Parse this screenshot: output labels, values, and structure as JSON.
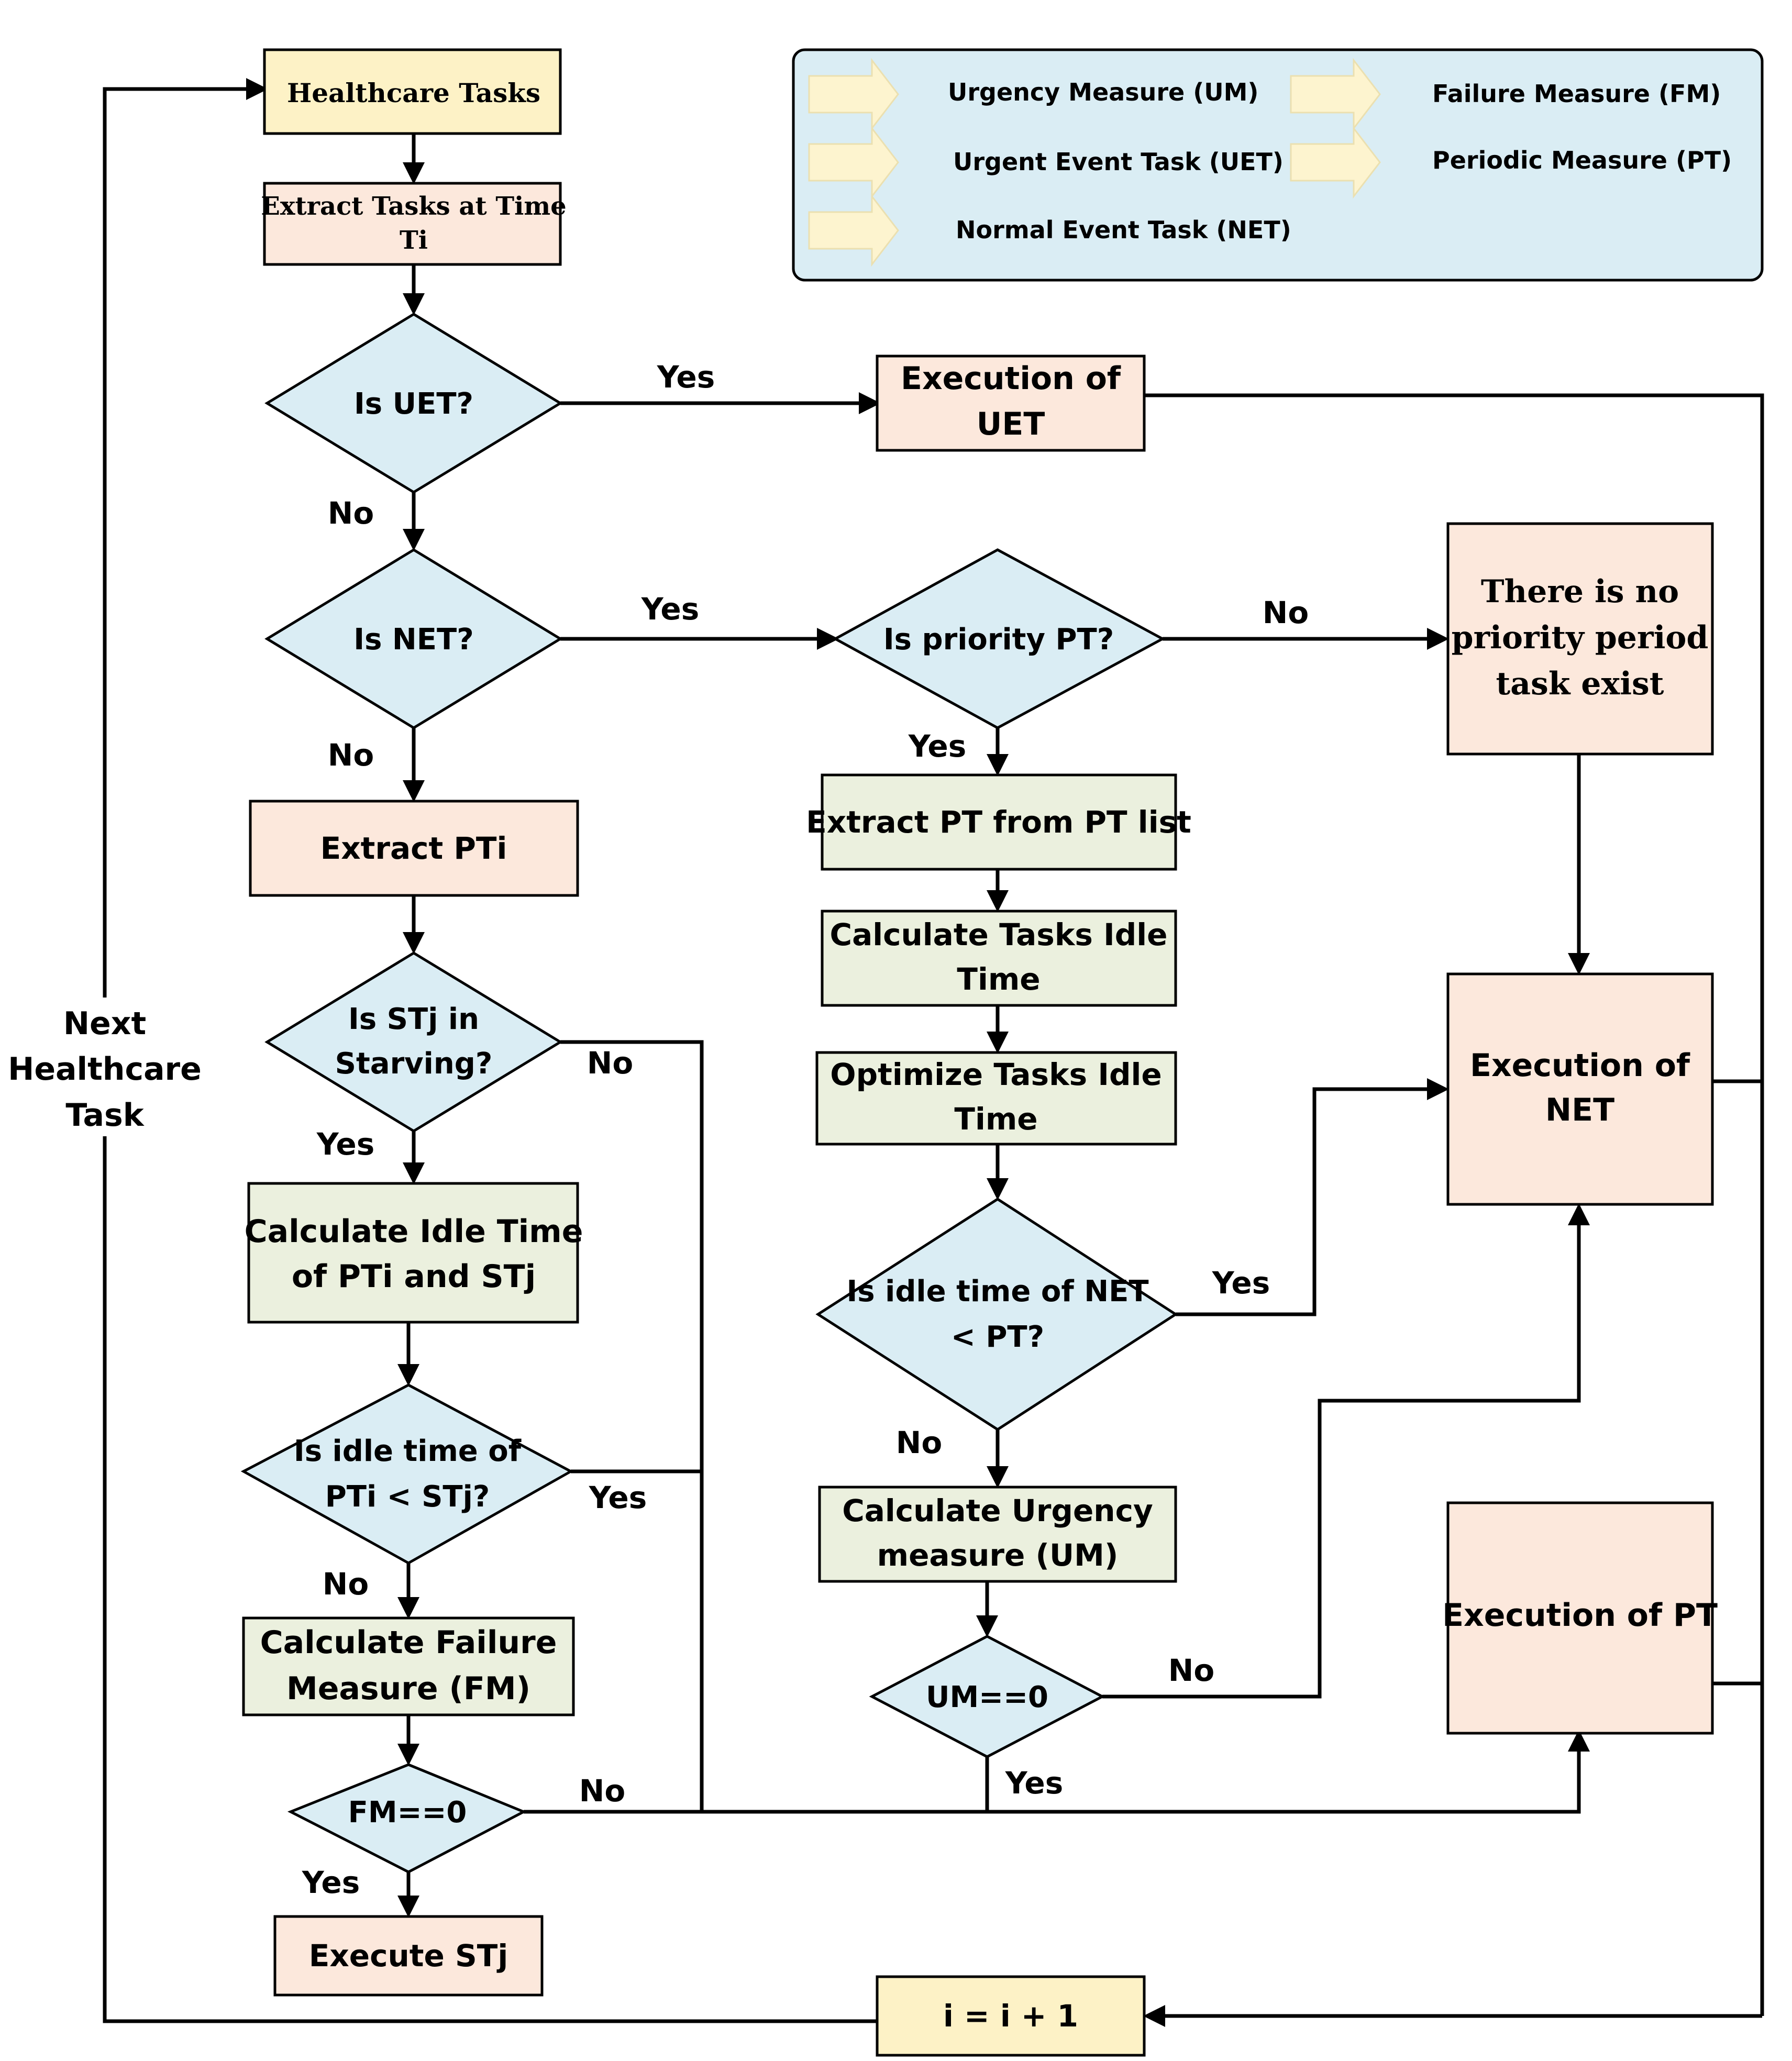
{
  "colors": {
    "yellow_node": "#fdf2c6",
    "peach_node": "#fce8dc",
    "green_node": "#ebf0de",
    "decision": "#daedf4",
    "legend_bg": "#daedf4",
    "legend_arrow": "#fdf4cf",
    "line": "#000000"
  },
  "legend": {
    "items": [
      {
        "label": "Urgency Measure (UM)",
        "icon": "arrow-right-icon"
      },
      {
        "label": "Failure Measure (FM)",
        "icon": "arrow-right-icon"
      },
      {
        "label": "Urgent Event Task (UET)",
        "icon": "arrow-right-icon"
      },
      {
        "label": "Periodic Measure (PT)",
        "icon": "arrow-right-icon"
      },
      {
        "label": "Normal Event Task (NET)",
        "icon": "arrow-right-icon"
      }
    ]
  },
  "nodes": {
    "healthcare_tasks": "Healthcare Tasks",
    "extract_tasks": [
      "Extract Tasks at Time",
      "Ti"
    ],
    "is_uet": "Is UET?",
    "exec_uet": [
      "Execution of",
      "UET"
    ],
    "is_net": "Is NET?",
    "is_priority_pt": "Is priority PT?",
    "no_priority": [
      "There is no",
      "priority period",
      "task exist"
    ],
    "extract_pti": "Extract PTi",
    "extract_pt_list": "Extract PT from PT list",
    "calc_idle_tasks": [
      "Calculate Tasks Idle",
      "Time"
    ],
    "optimize_idle": [
      "Optimize Tasks Idle",
      "Time"
    ],
    "exec_net": [
      "Execution of",
      "NET"
    ],
    "is_stj_starving": [
      "Is STj in",
      "Starving?"
    ],
    "calc_idle_pti": [
      "Calculate Idle Time",
      "of PTi and STj"
    ],
    "is_idle_net_pt": [
      "Is idle time of NET",
      "< PT?"
    ],
    "is_idle_pti_stj": [
      "Is idle time of",
      "PTi < STj?"
    ],
    "calc_urgency": [
      "Calculate Urgency",
      "measure (UM)"
    ],
    "calc_failure": [
      "Calculate Failure",
      "Measure (FM)"
    ],
    "exec_pt": "Execution of PT",
    "um_zero": "UM==0",
    "fm_zero": "FM==0",
    "execute_stj": "Execute STj",
    "increment": "i = i + 1"
  },
  "edge_labels": {
    "uet_yes": "Yes",
    "uet_no": "No",
    "net_yes": "Yes",
    "net_no": "No",
    "priority_no": "No",
    "priority_yes": "Yes",
    "starving_no": "No",
    "starving_yes": "Yes",
    "idle_net_yes": "Yes",
    "idle_net_no": "No",
    "idle_pti_yes": "Yes",
    "idle_pti_no": "No",
    "um_no": "No",
    "um_yes": "Yes",
    "fm_no": "No",
    "fm_yes": "Yes"
  },
  "loop_label": [
    "Next",
    "Healthcare",
    "Task"
  ]
}
